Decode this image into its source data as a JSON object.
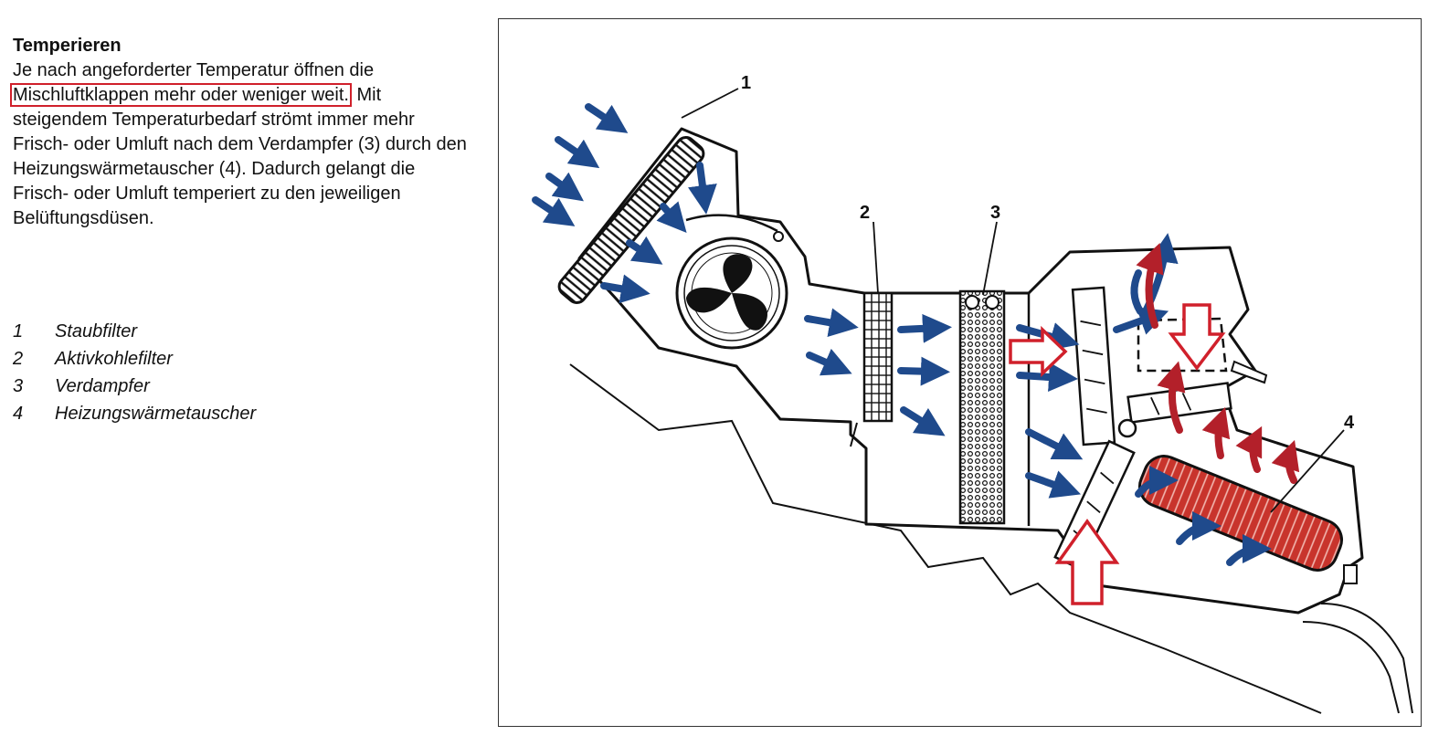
{
  "text": {
    "title": "Temperieren",
    "para_part1": "Je nach angeforderter Temperatur öffnen die ",
    "para_highlight": "Mischluftklappen mehr oder weniger weit.",
    "para_part2": " Mit steigendem Temperaturbedarf strömt immer mehr Frisch- oder Umluft nach dem Verdampfer (3) durch den Heizungswärmetauscher (4). Dadurch gelangt die Frisch- oder Umluft temperiert zu den jeweiligen Belüftungsdüsen."
  },
  "legend": [
    {
      "num": "1",
      "label": "Staubfilter"
    },
    {
      "num": "2",
      "label": "Aktivkohlefilter"
    },
    {
      "num": "3",
      "label": "Verdampfer"
    },
    {
      "num": "4",
      "label": "Heizungswärmetauscher"
    }
  ],
  "diagram": {
    "callouts": [
      "1",
      "2",
      "3",
      "4"
    ],
    "colors": {
      "cold_air_arrow": "#1f4a8c",
      "warm_air_arrow": "#b3202a",
      "highlight_frame": "#d0202b",
      "heater_core": "#c0302a"
    }
  }
}
